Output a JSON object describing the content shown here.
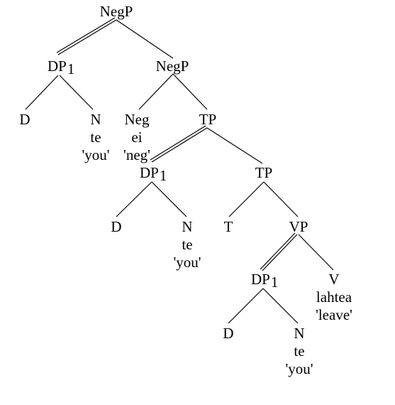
{
  "tree": {
    "root": {
      "label": "NegP"
    },
    "dp1_top": {
      "label": "DP",
      "sub": "1"
    },
    "d_top": {
      "label": "D"
    },
    "n_top": {
      "label": "N",
      "word": "te",
      "gloss": "'you'"
    },
    "negp": {
      "label": "NegP"
    },
    "neg": {
      "label": "Neg",
      "word": "ei",
      "gloss": "'neg'"
    },
    "tp_upper": {
      "label": "TP"
    },
    "dp1_mid": {
      "label": "DP",
      "sub": "1"
    },
    "d_mid": {
      "label": "D"
    },
    "n_mid": {
      "label": "N",
      "word": "te",
      "gloss": "'you'"
    },
    "tp_lower": {
      "label": "TP"
    },
    "t": {
      "label": "T"
    },
    "vp": {
      "label": "VP"
    },
    "dp1_low": {
      "label": "DP",
      "sub": "1"
    },
    "d_low": {
      "label": "D"
    },
    "n_low": {
      "label": "N",
      "word": "te",
      "gloss": "'you'"
    },
    "v": {
      "label": "V",
      "word": "lahtea",
      "gloss": "'leave'"
    }
  }
}
